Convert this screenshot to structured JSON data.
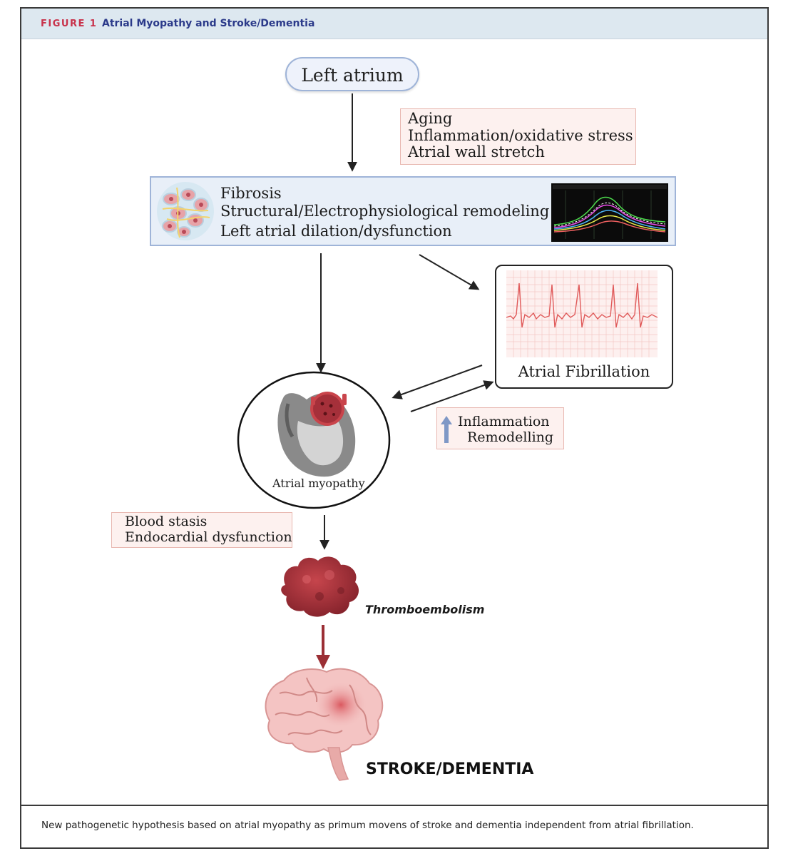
{
  "figure": {
    "label": "FIGURE 1",
    "title": "Atrial Myopathy and Stroke/Dementia",
    "caption": "New pathogenetic hypothesis based on atrial myopathy as primum movens of stroke and dementia independent from atrial fibrillation."
  },
  "nodes": {
    "left_atrium": "Left atrium",
    "risk_factors": [
      "Aging",
      "Inflammation/oxidative stress",
      "Atrial wall stretch"
    ],
    "remodeling": [
      "Fibrosis",
      "Structural/Electrophysiological remodeling",
      "Left atrial dilation/dysfunction"
    ],
    "atrial_fibrillation": "Atrial Fibrillation",
    "feedback": [
      "Inflammation",
      "Remodelling"
    ],
    "atrial_myopathy": "Atrial myopathy",
    "mechanisms": [
      "Blood stasis",
      "Endocardial dysfunction"
    ],
    "thromboembolism": "Thromboembolism",
    "outcome": "STROKE/DEMENTIA"
  },
  "colors": {
    "header_bg": "#dde8f0",
    "figure_label": "#c8324b",
    "figure_title": "#2b3a8a",
    "blue_border": "#9fb4d8",
    "pink_border": "#e8b7b0",
    "pink_fill": "#fdf1ef",
    "dark_red_arrow": "#9b2f35"
  },
  "icons": {
    "cells": "fibrotic-tissue-icon",
    "heart": "heart-icon",
    "ecg": "ecg-strip-icon",
    "thrombus": "thrombus-icon",
    "brain": "brain-icon",
    "monitor": "strain-curve-monitor-icon"
  }
}
